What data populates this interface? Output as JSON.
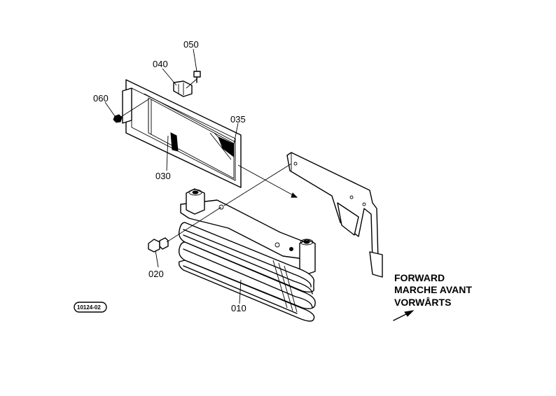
{
  "parts": [
    {
      "id": "p010",
      "label": "010"
    },
    {
      "id": "p020",
      "label": "020"
    },
    {
      "id": "p030",
      "label": "030"
    },
    {
      "id": "p035",
      "label": "035"
    },
    {
      "id": "p040",
      "label": "040"
    },
    {
      "id": "p050",
      "label": "050"
    },
    {
      "id": "p060",
      "label": "060"
    }
  ],
  "direction": {
    "line1": "FORWARD",
    "line2": "MARCHE AVANT",
    "line3": "VORWÅRTS"
  },
  "figure_ref": "10124-02"
}
